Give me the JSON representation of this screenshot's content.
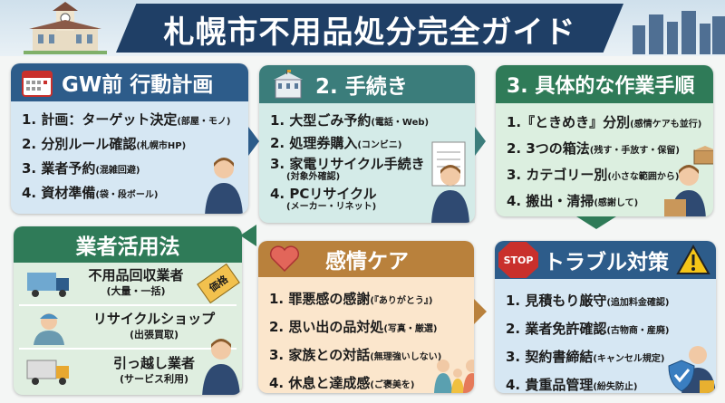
{
  "header": {
    "title": "札幌市不用品処分完全ガイド"
  },
  "colors": {
    "navy": "#1f3f66",
    "blue": "#2d5c8a",
    "teal": "#3b7d7b",
    "green": "#2f7b58",
    "brown": "#b9813c",
    "red": "#c9302c"
  },
  "panels": {
    "plan": {
      "title": "GW前 行動計画",
      "icon": "calendar-icon",
      "items": [
        {
          "main": "1. 計画：ターゲット決定",
          "note": "(部屋・モノ)"
        },
        {
          "main": "2. 分別ルール確認",
          "note": "(札幌市HP)"
        },
        {
          "main": "3. 業者予約",
          "note": "(混雑回避)"
        },
        {
          "main": "4. 資材準備",
          "note": "(袋・段ボール)"
        }
      ]
    },
    "procedures": {
      "title": "2. 手続き",
      "icon": "city-hall-icon",
      "items": [
        {
          "main": "1. 大型ごみ予約",
          "note": "(電話・Web)"
        },
        {
          "main": "2. 処理券購入",
          "note": "(コンビニ)"
        },
        {
          "main": "3. 家電リサイクル手続き",
          "note": "(対象外確認)"
        },
        {
          "main": "4. PCリサイクル",
          "note": "(メーカー・リネット)"
        }
      ]
    },
    "steps": {
      "title": "3. 具体的な作業手順",
      "items": [
        {
          "main": "1.『ときめき』分別",
          "note": "(感情ケアも並行)"
        },
        {
          "main": "2. 3つの箱法",
          "note": "(残す・手放す・保留)"
        },
        {
          "main": "3. カテゴリー別",
          "note": "(小さな範囲から)"
        },
        {
          "main": "4. 搬出・清掃",
          "note": "(感謝して)"
        }
      ]
    },
    "vendors": {
      "title": "業者活用法",
      "price_tag": "価格",
      "items": [
        {
          "main": "不用品回収業者",
          "note": "(大量・一括)",
          "icon": "truck-icon"
        },
        {
          "main": "リサイクルショップ",
          "note": "(出張買取)",
          "icon": "worker-icon"
        },
        {
          "main": "引っ越し業者",
          "note": "(サービス利用)",
          "icon": "moving-truck-icon"
        }
      ]
    },
    "emotion": {
      "title": "感情ケア",
      "icon": "heart-icon",
      "items": [
        {
          "main": "1. 罪悪感の感謝",
          "note": "(『ありがとう』)"
        },
        {
          "main": "2. 思い出の品対処",
          "note": "(写真・厳選)"
        },
        {
          "main": "3. 家族との対話",
          "note": "(無理強いしない)"
        },
        {
          "main": "4. 休息と達成感",
          "note": "(ご褒美を)"
        }
      ]
    },
    "trouble": {
      "title": "トラブル対策",
      "stop": "STOP",
      "icon": "warning-icon",
      "items": [
        {
          "main": "1. 見積もり厳守",
          "note": "(追加料金確認)"
        },
        {
          "main": "2. 業者免許確認",
          "note": "(古物商・産廃)"
        },
        {
          "main": "3. 契約書締結",
          "note": "(キャンセル規定)"
        },
        {
          "main": "4. 貴重品管理",
          "note": "(紛失防止)"
        }
      ]
    }
  }
}
